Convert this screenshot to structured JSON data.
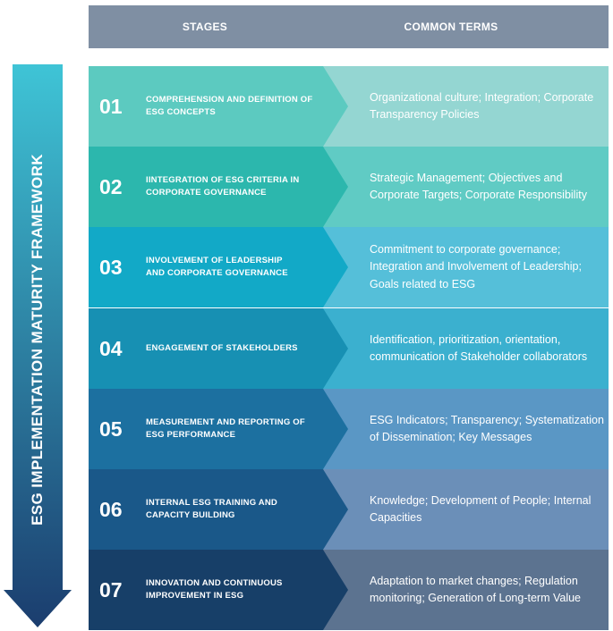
{
  "header": {
    "stages": "STAGES",
    "common_terms": "COMMON TERMS"
  },
  "side_label": "ESG IMPLEMENTATION MATURITY FRAMEWORK",
  "colors": {
    "header": "#7f8fa3",
    "arrow_top": "#3fc4d6",
    "arrow_bottom": "#1b3d6e"
  },
  "rows": [
    {
      "num": "01",
      "stage": "COMPREHENSION AND DEFINITION OF ESG CONCEPTS",
      "terms": "Organizational culture; Integration; Corporate Transparency Policies",
      "left_color": "#5ccac0",
      "right_color": "#94d6d2"
    },
    {
      "num": "02",
      "stage": "IINTEGRATION OF ESG CRITERIA IN CORPORATE GOVERNANCE",
      "terms": "Strategic Management; Objectives and Corporate Targets; Corporate Responsibility",
      "left_color": "#2cb7ad",
      "right_color": "#60cbc4"
    },
    {
      "num": "03",
      "stage": "INVOLVEMENT OF LEADERSHIP AND CORPORATE GOVERNANCE",
      "terms": "Commitment to corporate governance; Integration and Involvement of Leadership; Goals related to ESG",
      "left_color": "#12a9c7",
      "right_color": "#55bfd9"
    },
    {
      "num": "04",
      "stage": "ENGAGEMENT OF STAKEHOLDERS",
      "terms": "Identification, prioritization, orientation, communication of Stakeholder collaborators",
      "left_color": "#1790b3",
      "right_color": "#3bb0cf"
    },
    {
      "num": "05",
      "stage": "MEASUREMENT AND REPORTING OF ESG PERFORMANCE",
      "terms": "ESG Indicators; Transparency; Systematization of Dissemination; Key Messages",
      "left_color": "#1c70a0",
      "right_color": "#5a97c5"
    },
    {
      "num": "06",
      "stage": "INTERNAL ESG TRAINING AND CAPACITY BUILDING",
      "terms": "Knowledge; Development of People; Internal Capacities",
      "left_color": "#1a5889",
      "right_color": "#6b8fb8"
    },
    {
      "num": "07",
      "stage": "INNOVATION AND CONTINUOUS IMPROVEMENT IN ESG",
      "terms": "Adaptation to market changes; Regulation monitoring; Generation of Long-term Value",
      "left_color": "#173f68",
      "right_color": "#5c7390"
    }
  ]
}
